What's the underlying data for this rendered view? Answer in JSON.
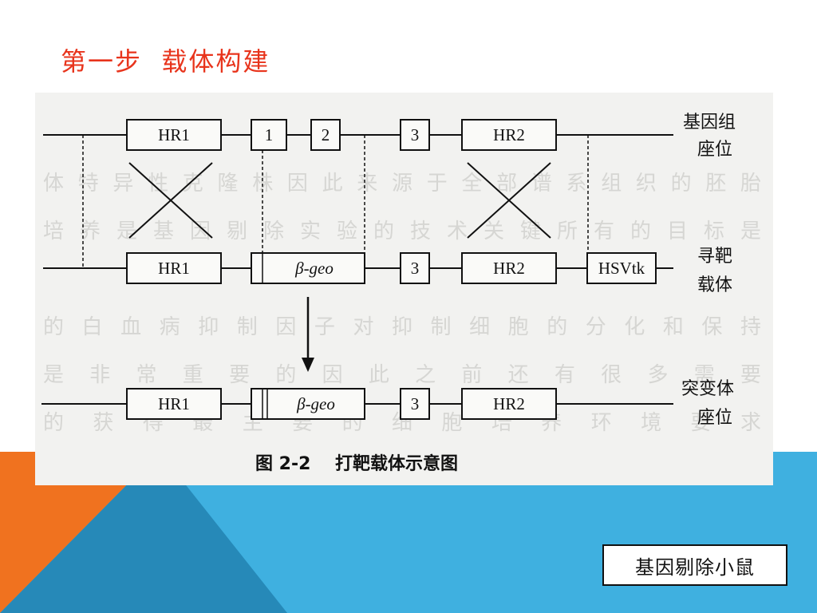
{
  "slide": {
    "title": "第一步  载体构建",
    "bottom_label": "基因剔除小鼠"
  },
  "figure": {
    "caption": "图 2-2    打靶载体示意图",
    "row1": {
      "boxes": [
        "HR1",
        "1",
        "2",
        "3",
        "HR2"
      ],
      "label_line1": "基因组",
      "label_line2": "座位"
    },
    "row2": {
      "boxes": [
        "HR1",
        "β-geo",
        "3",
        "HR2",
        "HSVtk"
      ],
      "label_line1": "寻靶",
      "label_line2": "载体"
    },
    "row3": {
      "boxes": [
        "HR1",
        "β-geo",
        "3",
        "HR2"
      ],
      "label_line1": "突变体",
      "label_line2": "座位"
    }
  },
  "colors": {
    "title": "#e8341c",
    "orange": "#f0721f",
    "blue_dark": "#2689b8",
    "blue_light": "#3fb0e0"
  }
}
